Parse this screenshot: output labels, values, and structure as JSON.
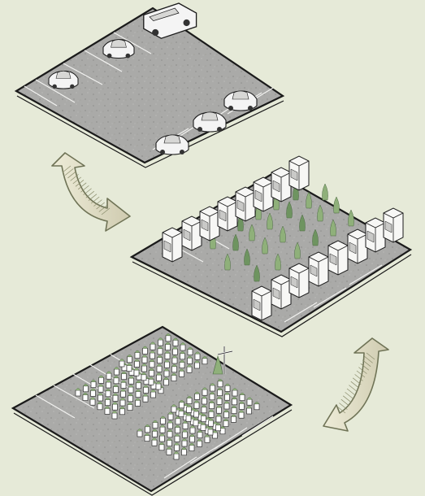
{
  "colors": {
    "background": "#e6ead8",
    "ground": "#a9a9a7",
    "ground_light": "#b5b5b3",
    "outline": "#1a1a1a",
    "arrow_fill": "#dcd9bf",
    "arrow_stroke": "#6f7356",
    "tree": "#8fb07a",
    "tree_dark": "#6e9460",
    "car_fill": "#f4f4f4",
    "booth_fill": "#f7f7f5",
    "chair": "#ffffff"
  },
  "panels": [
    {
      "name": "parking-lot-panel",
      "use": "cars",
      "icon": "car-icon",
      "count": 6
    },
    {
      "name": "market-panel",
      "use": "booths-and-trees",
      "icon": "booth-icon",
      "count": 15
    },
    {
      "name": "event-panel",
      "use": "chair-rows",
      "icon": "chair-icon",
      "count": 4
    }
  ],
  "arrows": [
    {
      "name": "cycle-arrow-left",
      "icon": "double-arrow-icon"
    },
    {
      "name": "cycle-arrow-right",
      "icon": "double-arrow-icon"
    }
  ],
  "landmarks": [
    {
      "name": "cross-icon",
      "panel": "event-panel"
    }
  ]
}
